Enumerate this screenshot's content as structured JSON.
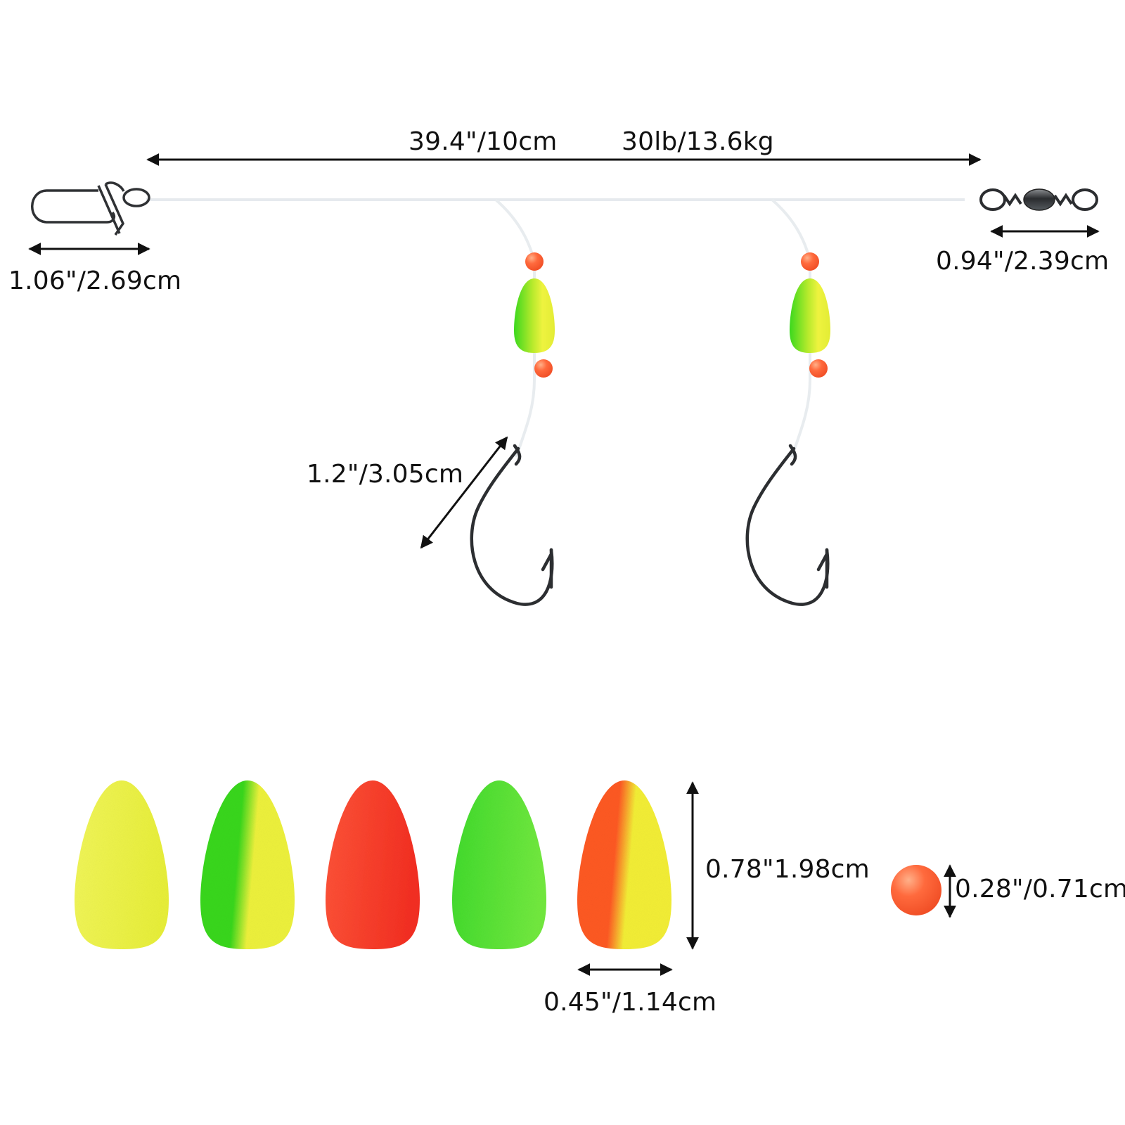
{
  "rig": {
    "main_length_label": "39.4\"/10cm",
    "line_strength_label": "30lb/13.6kg",
    "snap_size_label": "1.06\"/2.69cm",
    "swivel_size_label": "0.94\"/2.39cm",
    "hook_size_label": "1.2\"/3.05cm"
  },
  "floats": {
    "height_label": "0.78\"1.98cm",
    "width_label": "0.45\"/1.14cm",
    "items": [
      {
        "name": "yellow",
        "colors": [
          "#f2f75a",
          "#e9f03a"
        ]
      },
      {
        "name": "green-yellow",
        "colors": [
          "#39d81c",
          "#eef23c"
        ]
      },
      {
        "name": "red",
        "colors": [
          "#ff5438",
          "#f52f22"
        ]
      },
      {
        "name": "green",
        "colors": [
          "#3fdb2c",
          "#72ea3f"
        ]
      },
      {
        "name": "orange-yellow",
        "colors": [
          "#ff5a24",
          "#f4ef36"
        ]
      }
    ]
  },
  "bead": {
    "size_label": "0.28\"/0.71cm",
    "color": "#ff6a3d"
  }
}
